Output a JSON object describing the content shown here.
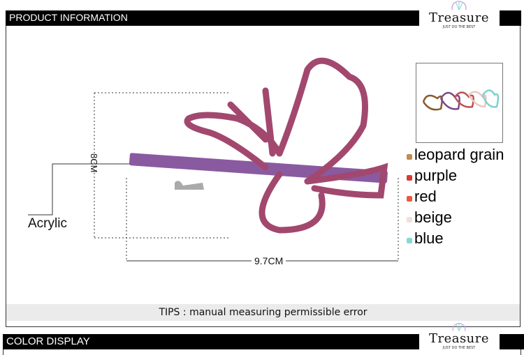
{
  "sections": {
    "product_info_title": "PRODUCT INFORMATION",
    "color_display_title": "COLOR DISPLAY"
  },
  "logo": {
    "name": "Treasure",
    "tagline": "JUST DO THE BEST"
  },
  "dimensions": {
    "height": "8CM",
    "width": "9.7CM"
  },
  "material": "Acrylic",
  "colors": [
    {
      "label": "leopard grain",
      "swatch": "#c08a50"
    },
    {
      "label": "purple",
      "swatch": "#d83a34"
    },
    {
      "label": "red",
      "swatch": "#e85a40"
    },
    {
      "label": "beige",
      "swatch": "#f0e0dc"
    },
    {
      "label": "blue",
      "swatch": "#86d8d4"
    }
  ],
  "tips": "TIPS : manual measuring permissible error"
}
